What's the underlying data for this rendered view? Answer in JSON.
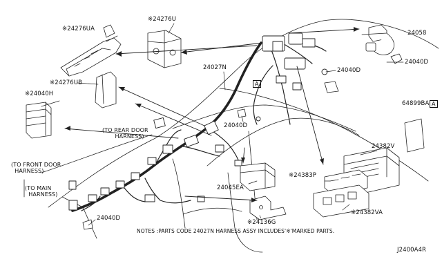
{
  "parts": {
    "p24276UA": "※24276UA",
    "p24276U": "※24276U",
    "p24058": "24058",
    "p24040D_a": "24040D",
    "p24040D_b": "24040D",
    "p24040D_c": "24040D",
    "p24040D_d": "24040D",
    "p24276UB": "※24276UB",
    "p24027N": "24027N",
    "p24040H": "※24040H",
    "p64899BA": "64899BA",
    "p24382V": "24382V",
    "p24383P": "※24383P",
    "p24382VA": "※24382VA",
    "p24045EA": "24045EA",
    "p24136G": "※24136G"
  },
  "refs": {
    "ref_a1": "A",
    "ref_a2": "A"
  },
  "callouts": {
    "rear_door": "(TO REAR DOOR\n       HARNESS)",
    "front_door": "(TO FRONT DOOR\n  HARNESS)",
    "main": "(TO MAIN\n  HARNESS)"
  },
  "notes": "NOTES :PARTS CODE 24027N HARNESS ASSY INCLUDES'※'MARKED PARTS.",
  "diagram_code": "J2400A4R"
}
